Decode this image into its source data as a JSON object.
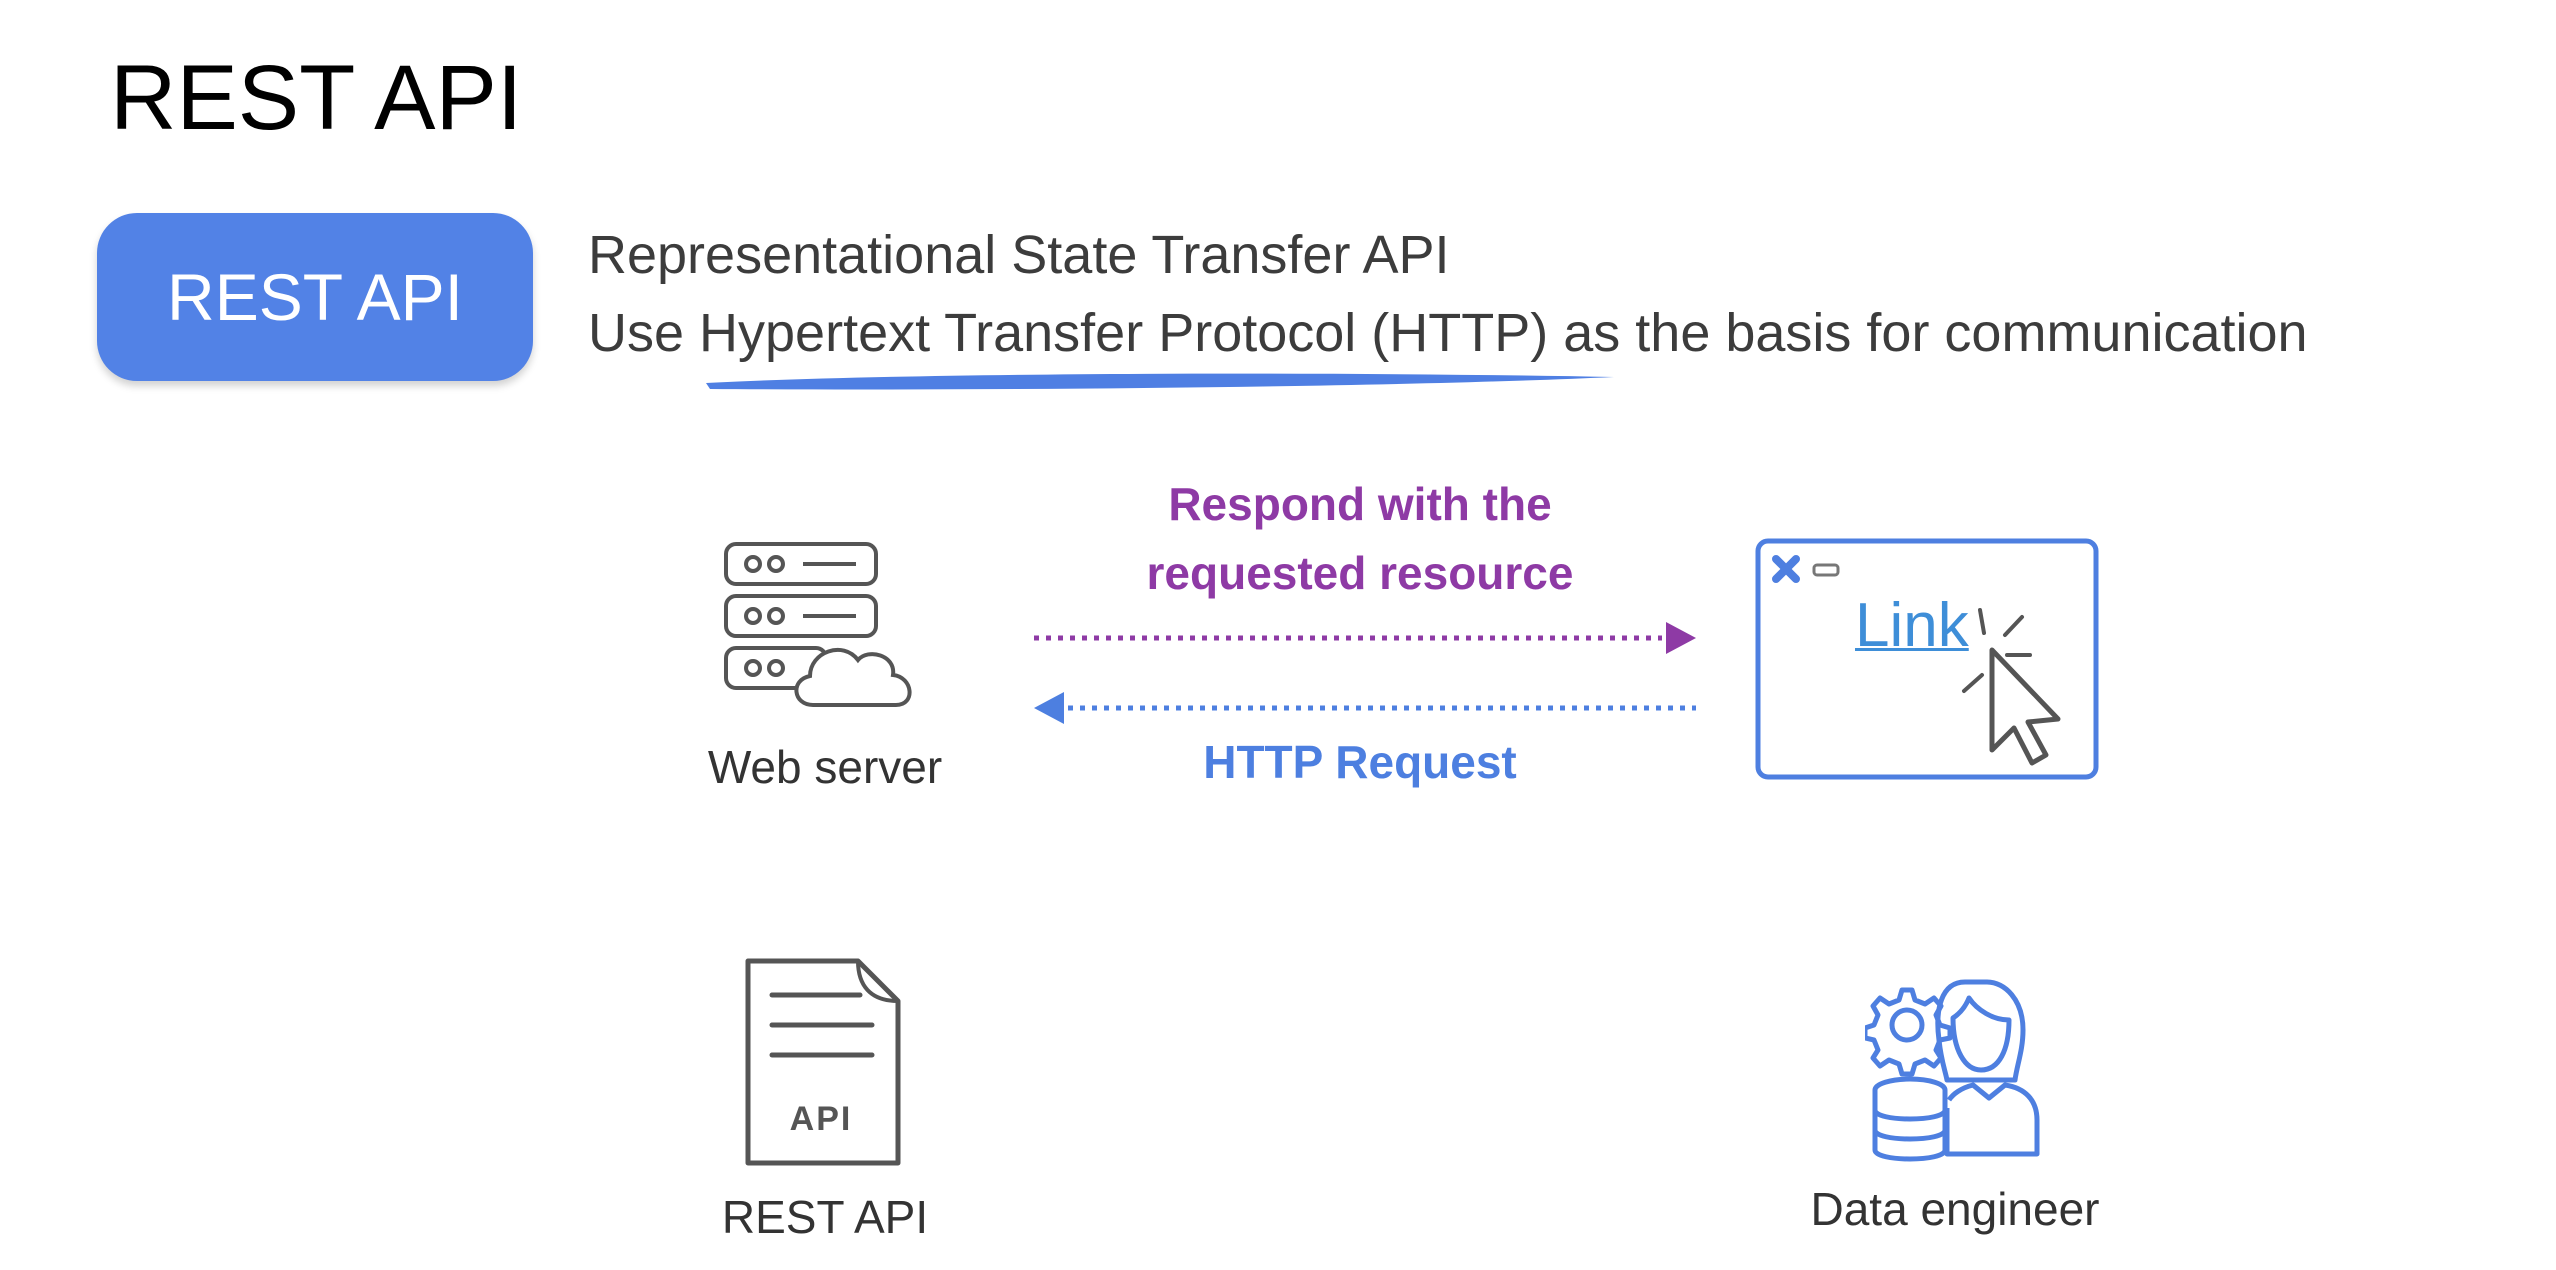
{
  "title": "REST API",
  "badge": {
    "label": "REST API"
  },
  "description": {
    "line1": "Representational State Transfer API",
    "line2": "Use Hypertext Transfer Protocol (HTTP) as the basis for communication"
  },
  "diagram": {
    "web_server_label": "Web server",
    "response_line1": "Respond with the",
    "response_line2": "requested resource",
    "request_label": "HTTP Request",
    "browser_link_text": "Link",
    "rest_api_doc_text": "API",
    "rest_api_label": "REST API",
    "data_engineer_label": "Data engineer"
  },
  "colors": {
    "badge": "#5282e6",
    "response_arrow": "#8e3aa5",
    "request_arrow": "#4d7fe0",
    "underline": "#4f7fe3"
  },
  "icons": [
    "web-server-icon",
    "browser-window-icon",
    "api-document-icon",
    "data-engineer-icon"
  ]
}
